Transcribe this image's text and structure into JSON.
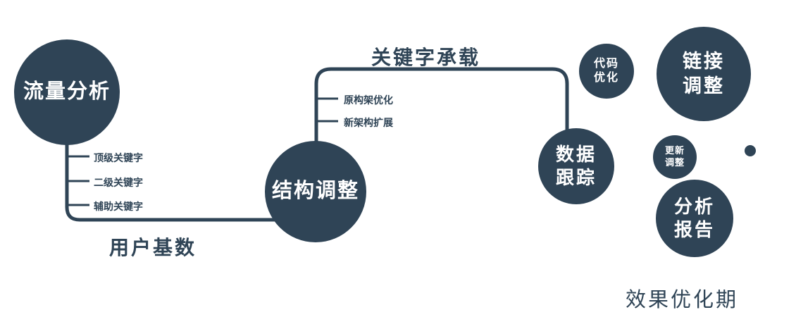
{
  "colors": {
    "accent": "#2f4456",
    "text_light": "#ffffff",
    "background": "#ffffff"
  },
  "nodes": {
    "traffic_analysis": {
      "label": "流量分析"
    },
    "structure_adjustment": {
      "label": "结构调整"
    },
    "data_tracking": {
      "label": "数据\n跟踪"
    },
    "code_optimization": {
      "label": "代码\n优化"
    },
    "link_adjustment": {
      "label": "链接\n调整"
    },
    "update_adjustment": {
      "label": "更新\n调整"
    },
    "analysis_report": {
      "label": "分析\n报告"
    }
  },
  "edge_labels": {
    "user_base": "用户基数",
    "keyword_carrying": "关键字承载"
  },
  "branch_labels": {
    "traffic_branch": [
      "顶级关键字",
      "二级关键字",
      "辅助关键字"
    ],
    "structure_branch": [
      "原构架优化",
      "新架构扩展"
    ]
  },
  "footer": {
    "phase": "效果优化期"
  }
}
